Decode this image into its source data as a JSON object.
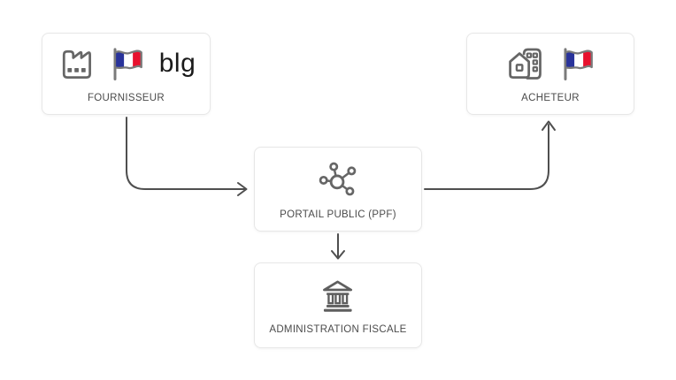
{
  "page": {
    "background": "#ffffff"
  },
  "diagram": {
    "nodes": {
      "fournisseur": {
        "label": "FOURNISSEUR",
        "icons": [
          "factory-icon",
          "france-flag-icon",
          "blg-logo"
        ]
      },
      "acheteur": {
        "label": "ACHETEUR",
        "icons": [
          "home-building-icon",
          "france-flag-icon"
        ]
      },
      "portail_public": {
        "label": "PORTAIL PUBLIC (PPF)",
        "icons": [
          "hub-network-icon"
        ]
      },
      "administration_fiscale": {
        "label": "ADMINISTRATION FISCALE",
        "icons": [
          "bank-icon"
        ]
      }
    },
    "logos": {
      "blg_text": "blg"
    },
    "edges": [
      {
        "from": "FOURNISSEUR",
        "to": "PORTAIL PUBLIC (PPF)",
        "shape": "down-then-right",
        "arrowhead": "right"
      },
      {
        "from": "PORTAIL PUBLIC (PPF)",
        "to": "ACHETEUR",
        "shape": "right-then-up",
        "arrowhead": "up"
      },
      {
        "from": "PORTAIL PUBLIC (PPF)",
        "to": "ADMINISTRATION FISCALE",
        "shape": "straight-down",
        "arrowhead": "down"
      }
    ],
    "colors": {
      "arrow": "#4f4f4f",
      "icon_stroke": "#666666",
      "label_text": "#4b4b4b",
      "node_border": "#e7e7e7",
      "node_background": "#ffffff",
      "flag_blue": "#29339b",
      "flag_white": "#ffffff",
      "flag_red": "#e8112d",
      "flag_outline": "#7a7a7a",
      "logo_text_color": "#1a1a1a"
    }
  }
}
